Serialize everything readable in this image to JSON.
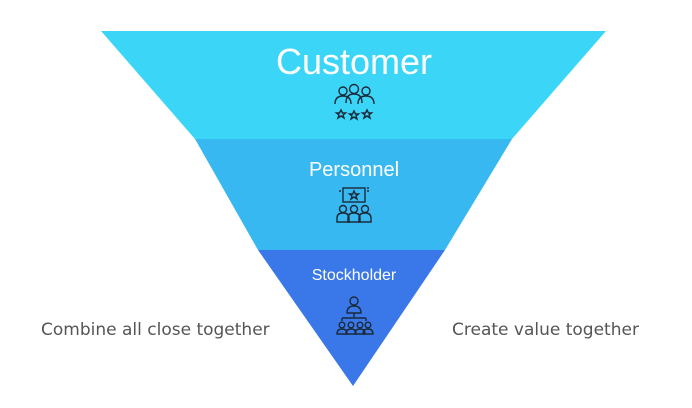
{
  "diagram": {
    "levels": [
      {
        "label": "Customer",
        "color": "#3bd6f7",
        "icon": "customers-stars-icon"
      },
      {
        "label": "Personnel",
        "color": "#37b8f0",
        "icon": "team-board-icon"
      },
      {
        "label": "Stockholder",
        "color": "#3a78ea",
        "icon": "stockholder-hierarchy-icon"
      }
    ],
    "left_caption": "Combine all close together",
    "right_caption": "Create value together"
  }
}
